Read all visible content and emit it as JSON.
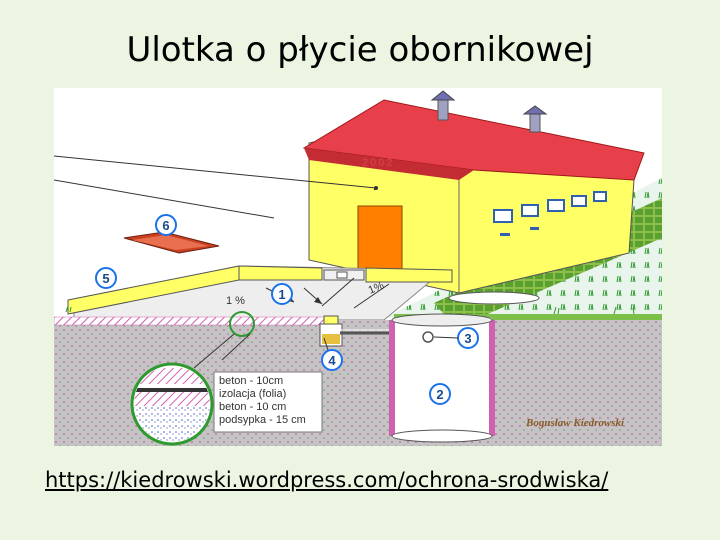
{
  "slide": {
    "title": "Ulotka o płycie obornikowej",
    "link": "https://kiedrowski.wordpress.com/ochrona-srodwiska/"
  },
  "diagram": {
    "year": "2002",
    "slopes": [
      "1 %",
      "1%"
    ],
    "markers": [
      "1",
      "2",
      "3",
      "4",
      "5",
      "6"
    ],
    "layers": [
      "beton   - 10cm",
      "izolacja (folia)",
      "beton    - 10 cm",
      "podsypka - 15 cm"
    ],
    "signature": "Bogusław Kiedrowski"
  },
  "colors": {
    "background": "#ebf5e1",
    "roof": "#e8404a",
    "wall": "#ffff66",
    "door": "#ff8000",
    "soil": "#bdbdbd",
    "grass": "#3aa03a",
    "marker_fill": "#ffffff",
    "marker_stroke": "#1a73e8"
  }
}
